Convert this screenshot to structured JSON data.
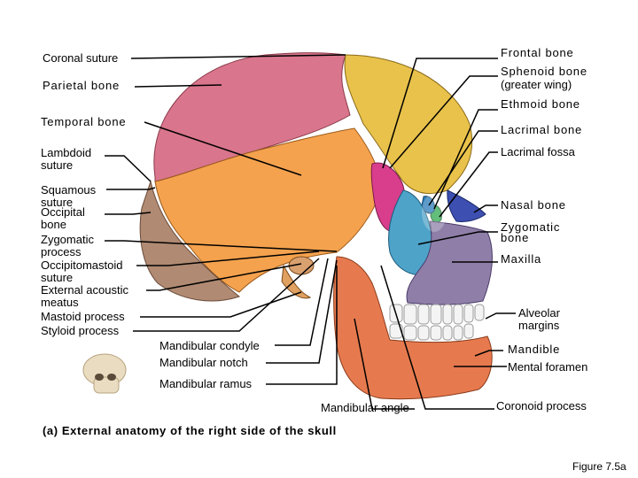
{
  "labels_left": {
    "coronal_suture": "Coronal suture",
    "parietal_bone": "Parietal bone",
    "temporal_bone": "Temporal bone",
    "lambdoid_suture": "Lambdoid suture",
    "squamous_suture": "Squamous suture",
    "occipital_bone": "Occipital bone",
    "zygomatic_process": "Zygomatic process",
    "occipitomastoid_suture": "Occipitomastoid suture",
    "external_acoustic_meatus": "External acoustic meatus",
    "mastoid_process": "Mastoid process",
    "styloid_process": "Styloid process"
  },
  "labels_bottom": {
    "mandibular_condyle": "Mandibular condyle",
    "mandibular_notch": "Mandibular notch",
    "mandibular_ramus": "Mandibular ramus",
    "mandibular_angle": "Mandibular angle",
    "coronoid_process": "Coronoid process"
  },
  "labels_right": {
    "frontal_bone": "Frontal bone",
    "sphenoid_bone": "Sphenoid bone",
    "sphenoid_sub": "(greater wing)",
    "ethmoid_bone": "Ethmoid bone",
    "lacrimal_bone": "Lacrimal bone",
    "lacrimal_fossa": "Lacrimal fossa",
    "nasal_bone": "Nasal bone",
    "zygomatic_bone": "Zygomatic bone",
    "maxilla": "Maxilla",
    "alveolar_margins": "Alveolar margins",
    "mandible": "Mandible",
    "mental_foramen": "Mental foramen"
  },
  "caption": "(a) External anatomy of the right side of the skull",
  "figure_number": "Figure 7.5a",
  "colors": {
    "parietal": "#d9758c",
    "frontal": "#e8c24a",
    "temporal": "#f4a24e",
    "occipital": "#b08a72",
    "sphenoid": "#d83e8c",
    "ethmoid": "#2fa84f",
    "lacrimal": "#2a7ab8",
    "nasal": "#3d4fb0",
    "zygomatic": "#4ea3c9",
    "maxilla": "#8f7fa8",
    "mandible": "#e67a4e",
    "teeth": "#f4f4f4"
  }
}
